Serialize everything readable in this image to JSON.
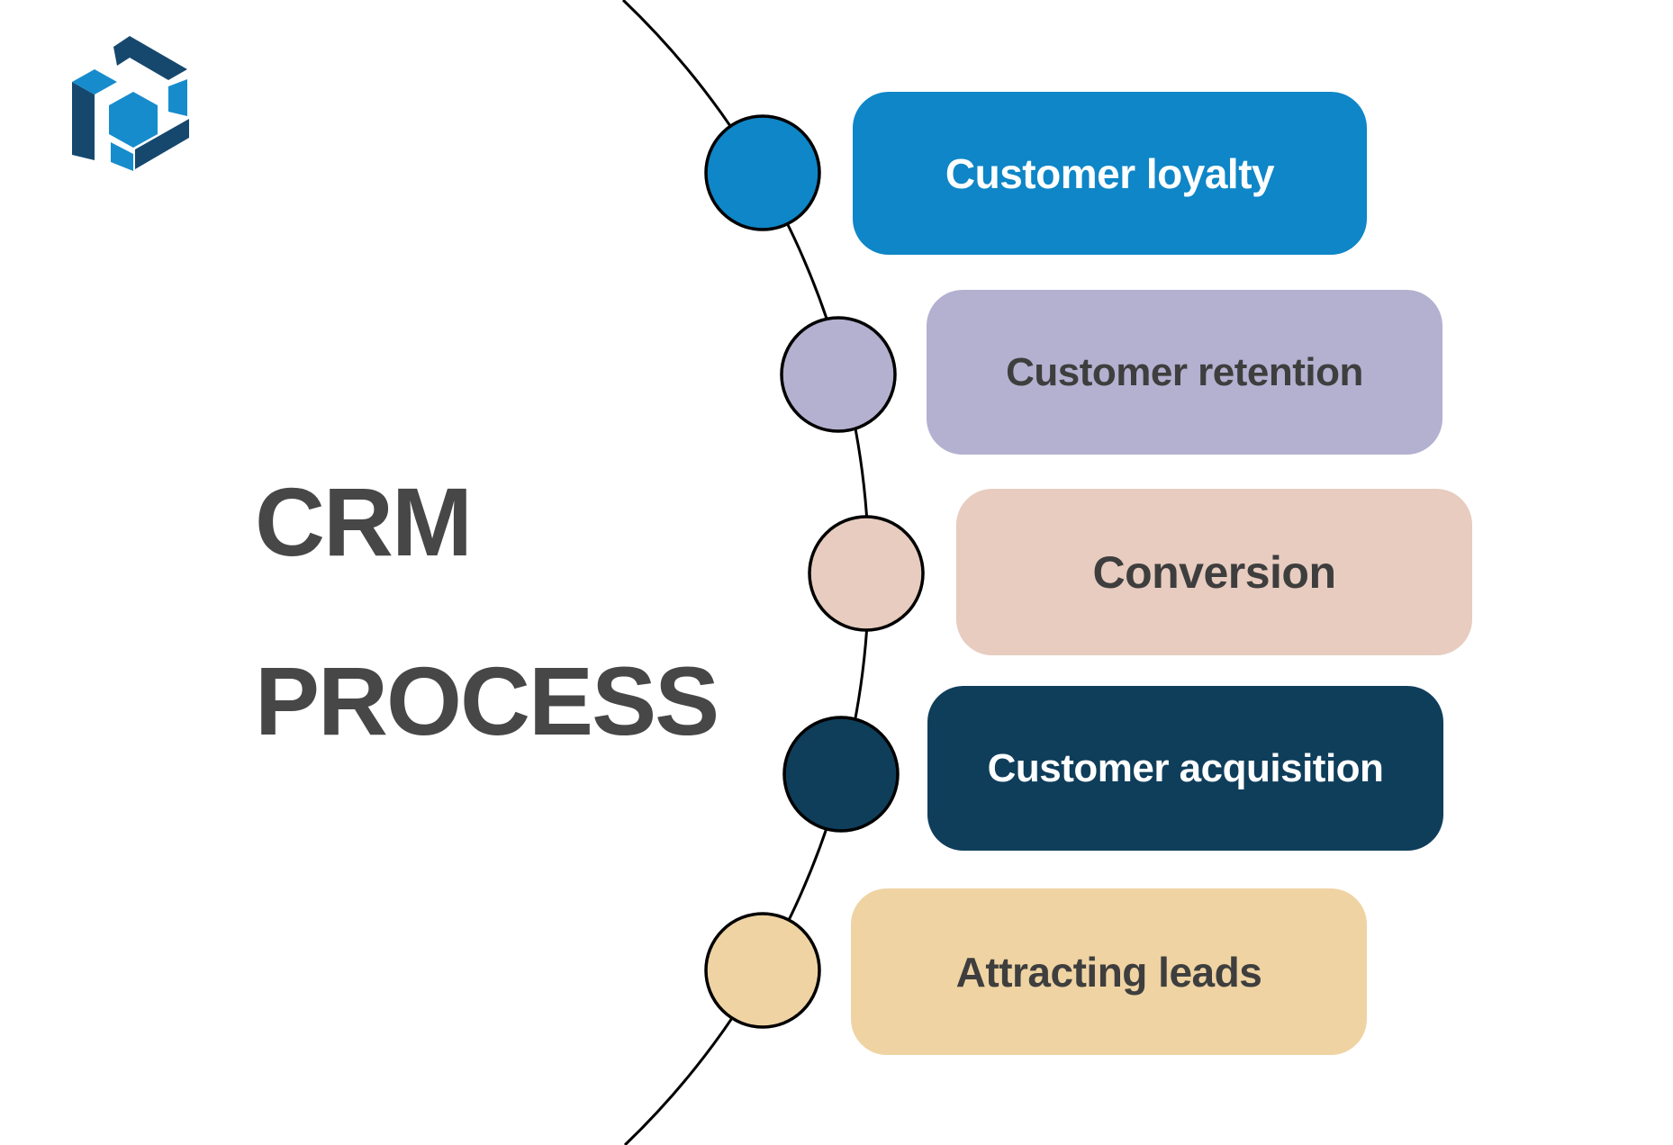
{
  "title": {
    "line1": "CRM",
    "line2": "PROCESS",
    "color": "#474747"
  },
  "logo": {
    "name": "hex-cube-logo",
    "navy": "#16486e",
    "blue": "#168ccd"
  },
  "flow": {
    "curve_color": "#000000",
    "node_border": "#000000",
    "background": "#ffffff"
  },
  "steps": [
    {
      "label": "Customer loyalty",
      "box_color": "#0e86c7",
      "text_color": "#ffffff",
      "node_color": "#0e86c7"
    },
    {
      "label": "Customer retention",
      "box_color": "#b4b0d0",
      "text_color": "#3e3e3e",
      "node_color": "#b4b0d0"
    },
    {
      "label": "Conversion",
      "box_color": "#e7ccbf",
      "text_color": "#3e3e3e",
      "node_color": "#e7ccbf"
    },
    {
      "label": "Customer acquisition",
      "box_color": "#0f3e5b",
      "text_color": "#ffffff",
      "node_color": "#0f3e5b"
    },
    {
      "label": "Attracting leads",
      "box_color": "#efd3a3",
      "text_color": "#3e3e3e",
      "node_color": "#efd3a3"
    }
  ]
}
